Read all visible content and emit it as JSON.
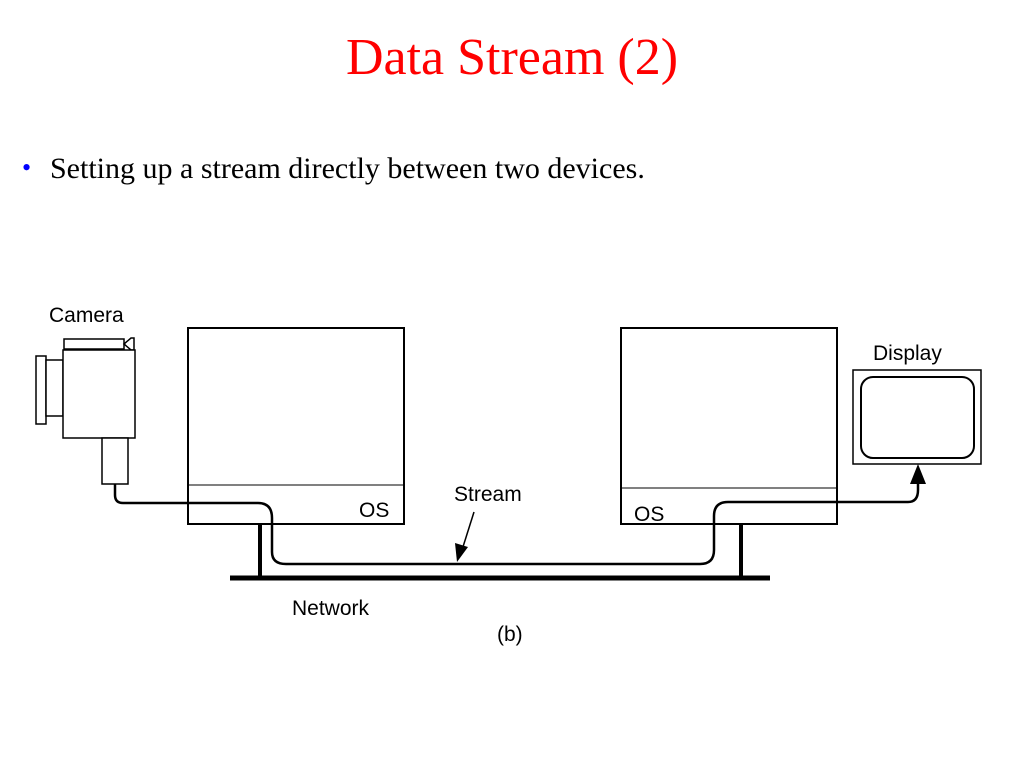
{
  "slide": {
    "title": "Data Stream (2)",
    "bullets": [
      "Setting up a stream directly between two devices."
    ]
  },
  "diagram": {
    "labels": {
      "camera": "Camera",
      "display": "Display",
      "os_left": "OS",
      "os_right": "OS",
      "stream": "Stream",
      "network": "Network",
      "caption": "(b)"
    }
  },
  "colors": {
    "title": "#ff0000",
    "bullet": "#0000ff",
    "text": "#000000"
  }
}
